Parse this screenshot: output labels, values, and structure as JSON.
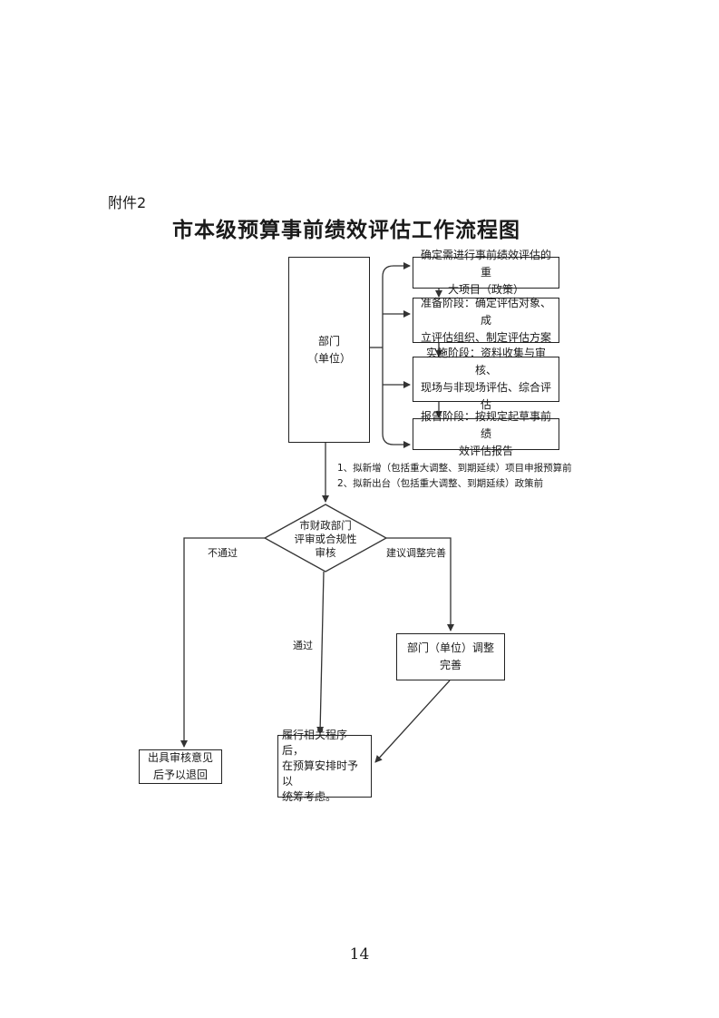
{
  "header": {
    "attachment": "附件2",
    "title": "市本级预算事前绩效评估工作流程图"
  },
  "flow": {
    "department": "部门\n（单位）",
    "steps": [
      "确定需进行事前绩效评估的重\n大项目（政策）",
      "准备阶段：确定评估对象、成\n立评估组织、制定评估方案",
      "实施阶段：资料收集与审核、\n现场与非现场评估、综合评估",
      "报告阶段：按规定起草事前绩\n效评估报告"
    ],
    "notes": [
      "1、拟新增（包括重大调整、到期延续）项目申报预算前",
      "2、拟新出台（包括重大调整、到期延续）政策前"
    ],
    "decision": "市财政部门\n评审或合规性\n审核",
    "label_fail": "不通过",
    "label_suggest": "建议调整完善",
    "label_pass": "通过",
    "adjust": "部门（单位）调整\n完善",
    "reject": "出具审核意见\n后予以退回",
    "final": "履行相关程序后，\n在预算安排时予以\n统筹考虑。"
  },
  "page_number": "14"
}
